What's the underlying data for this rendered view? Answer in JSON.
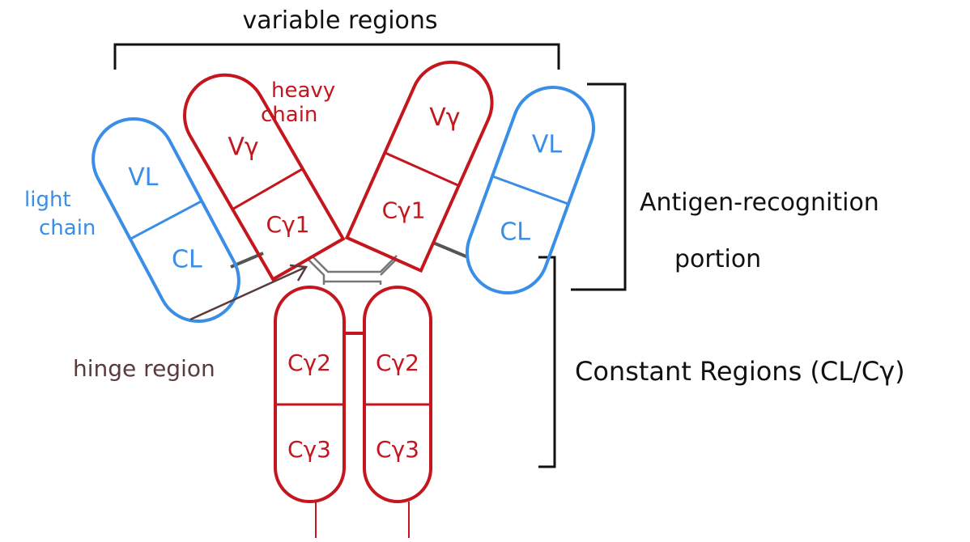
{
  "title": "variable regions",
  "labels": {
    "heavy_chain_1": "heavy",
    "heavy_chain_2": "chain",
    "light_chain_1": "light",
    "light_chain_2": "chain",
    "hinge": "hinge region",
    "antigen_1": "Antigen-recognition",
    "antigen_2": "portion",
    "constant": "Constant Regions (CL/Cγ)"
  },
  "domains": {
    "vl": "VL",
    "cl": "CL",
    "vh": "Vγ",
    "ch1": "Cγ1",
    "ch2": "Cγ2",
    "ch3": "Cγ3"
  },
  "colors": {
    "heavy": "#c4161c",
    "light": "#3a8ee6",
    "hinge": "#5a3b3b",
    "bracket": "#111111"
  }
}
